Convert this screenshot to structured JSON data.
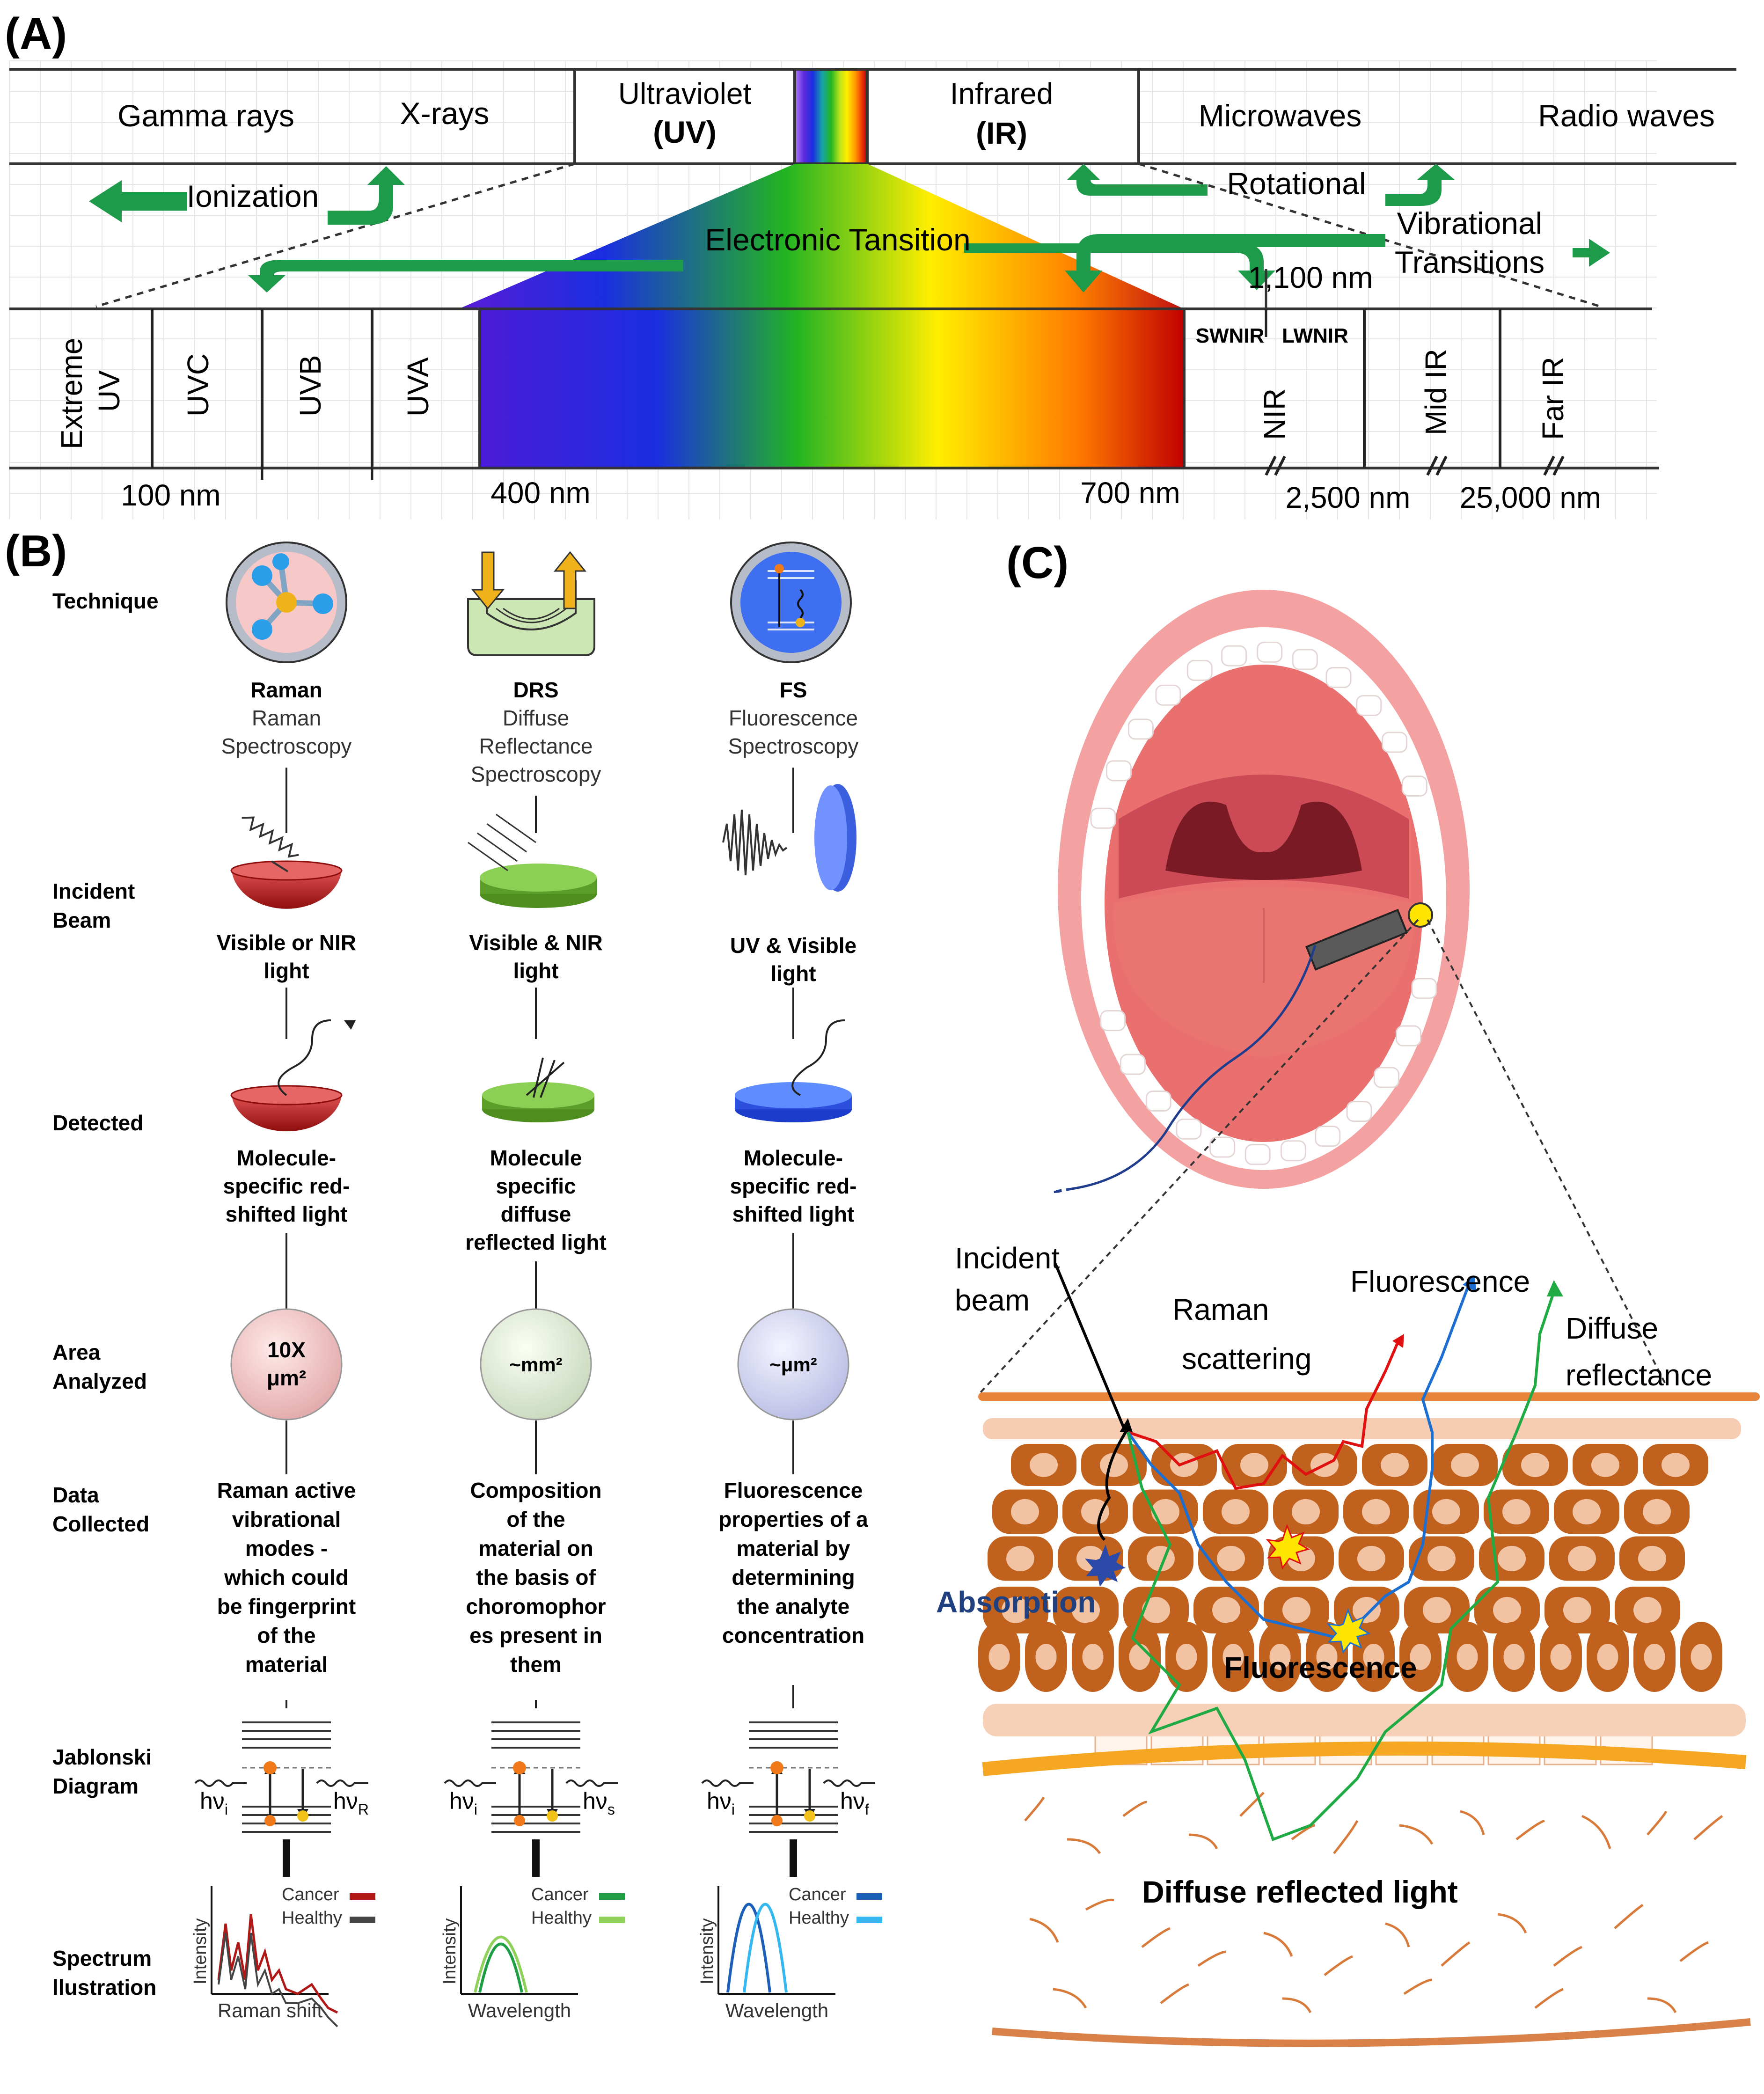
{
  "panel_labels": {
    "a": "(A)",
    "b": "(B)",
    "c": "(C)"
  },
  "spectrum_top": {
    "gamma": "Gamma rays",
    "xray": "X-rays",
    "uv_line1": "Ultraviolet",
    "uv_line2": "(UV)",
    "ir_line1": "Infrared",
    "ir_line2": "(IR)",
    "microwaves": "Microwaves",
    "radio": "Radio waves"
  },
  "transitions": {
    "ionization": "Ionization",
    "rotational": "Rotational",
    "electronic": "Electronic Tansition",
    "vibrational_1": "Vibrational",
    "vibrational_2": "Transitions",
    "nm1100": "1,100 nm"
  },
  "bands": {
    "extreme_uv_1": "Extreme",
    "extreme_uv_2": "UV",
    "uvc": "UVC",
    "uvb": "UVB",
    "uva": "UVA",
    "swnir": "SWNIR",
    "lwnir": "LWNIR",
    "nir": "NIR",
    "mid_ir": "Mid IR",
    "far_ir": "Far IR"
  },
  "wavelengths": {
    "w100": "100 nm",
    "w400": "400 nm",
    "w700": "700 nm",
    "w2500": "2,500 nm",
    "w25000": "25,000 nm"
  },
  "row_labels": {
    "technique": "Technique",
    "incident_1": "Incident",
    "incident_2": "Beam",
    "detected": "Detected",
    "area_1": "Area",
    "area_2": "Analyzed",
    "data_1": "Data",
    "data_2": "Collected",
    "jablonski_1": "Jablonski",
    "jablonski_2": "Diagram",
    "spectrum_1": "Spectrum",
    "spectrum_2": "llustration"
  },
  "techniques": [
    {
      "abbr": "Raman",
      "name_lines": [
        "Raman",
        "Spectroscopy"
      ],
      "incident_lines": [
        "Visible or NIR",
        "light"
      ],
      "detected_lines": [
        "Molecule-",
        "specific red-",
        "shifted light"
      ],
      "area_lines": [
        "10X",
        "μm²"
      ],
      "data_lines": [
        "Raman active",
        "vibrational",
        "modes -",
        "which could",
        "be fingerprint",
        "of the",
        "material"
      ],
      "hv_in": "hν",
      "hv_in_sub": "i",
      "hv_out": "hν",
      "hv_out_sub": "R",
      "legend_cancer": "Cancer",
      "legend_healthy": "Healthy",
      "y_label": "Intensity",
      "x_label": "Raman shift",
      "color_cancer": "#b01818",
      "color_healthy": "#444444",
      "accent": "#c22a2a"
    },
    {
      "abbr": "DRS",
      "name_lines": [
        "Diffuse",
        "Reflectance",
        "Spectroscopy"
      ],
      "incident_lines": [
        "Visible & NIR",
        "light"
      ],
      "detected_lines": [
        "Molecule",
        "specific",
        "diffuse",
        "reflected light"
      ],
      "area_lines": [
        "~mm²"
      ],
      "data_lines": [
        "Composition",
        "of the",
        "material on",
        "the basis of",
        "choromophor",
        "es present in",
        "them"
      ],
      "hv_in": "hν",
      "hv_in_sub": "i",
      "hv_out": "hν",
      "hv_out_sub": "s",
      "legend_cancer": "Cancer",
      "legend_healthy": "Healthy",
      "y_label": "Intensity",
      "x_label": "Wavelength",
      "color_cancer": "#1f9e45",
      "color_healthy": "#8fd15a",
      "accent": "#6aab2e"
    },
    {
      "abbr": "FS",
      "name_lines": [
        "Fluorescence",
        "Spectroscopy"
      ],
      "incident_lines": [
        "UV & Visible",
        "light"
      ],
      "detected_lines": [
        "Molecule-",
        "specific  red-",
        "shifted light"
      ],
      "area_lines": [
        "~μm²"
      ],
      "data_lines": [
        "Fluorescence",
        "properties of a",
        "material by",
        "determining",
        "the analyte",
        "concentration"
      ],
      "hv_in": "hν",
      "hv_in_sub": "i",
      "hv_out": "hν",
      "hv_out_sub": "f",
      "legend_cancer": "Cancer",
      "legend_healthy": "Healthy",
      "y_label": "Intensity",
      "x_label": "Wavelength",
      "color_cancer": "#1b5fb8",
      "color_healthy": "#35b8f0",
      "accent": "#3c5fe0"
    }
  ],
  "tissue": {
    "incident_1": "Incident",
    "incident_2": "beam",
    "raman_1": "Raman",
    "raman_2": "scattering",
    "fluorescence_top": "Fluorescence",
    "diffuse_1": "Diffuse",
    "diffuse_2": "reflectance",
    "absorption": "Absorption",
    "fluorescence_mid": "Fluorescence",
    "diffuse_reflected": "Diffuse reflected light",
    "colors": {
      "raman": "#e01010",
      "fluorescence": "#1c6fd0",
      "diffuse": "#1faa44",
      "incident": "#000000",
      "cell": "#c0621e"
    }
  },
  "colors": {
    "arrow_green": "#1e9b4a",
    "arrow_green_light": "#2fb558"
  }
}
